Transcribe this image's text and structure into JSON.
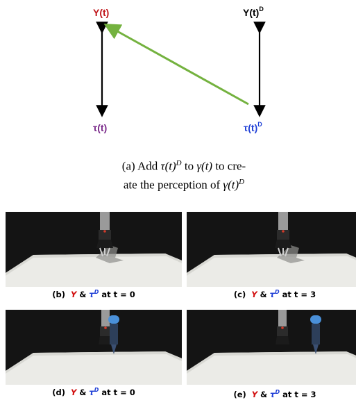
{
  "diagram": {
    "top_left": "Υ(t)",
    "top_right": "Υ(t)",
    "top_right_sup": "D",
    "bottom_left": "τ(t)",
    "bottom_right": "τ(t)",
    "bottom_right_sup": "D",
    "colors": {
      "gamma": "#c0161b",
      "tau_left": "#7a2a8a",
      "tau_right": "#1f3fd6",
      "arrow_green": "#74b23f"
    }
  },
  "caption_a": {
    "label": "(a) Add",
    "tau": "τ(t)",
    "sup": "D",
    "mid": "to",
    "gamma": "γ(t)",
    "to_create": "to cre-",
    "line2": "ate the perception of",
    "gamma2": "γ(t)",
    "sup2": "D"
  },
  "panels": [
    {
      "label": "(b)",
      "gamma": "Υ",
      "amp": "&",
      "tau": "τ",
      "sup": "D",
      "text": "at t = 0"
    },
    {
      "label": "(c)",
      "gamma": "Υ",
      "amp": "&",
      "tau": "τ",
      "sup": "D",
      "text": "at t = 3"
    },
    {
      "label": "(d)",
      "gamma": "Υ",
      "amp": "&",
      "tau": "τ",
      "sup": "D",
      "text": "at t = 0"
    },
    {
      "label": "(e)",
      "gamma": "Υ",
      "amp": "&",
      "tau": "τ",
      "sup": "D",
      "text": "at t = 3"
    }
  ]
}
